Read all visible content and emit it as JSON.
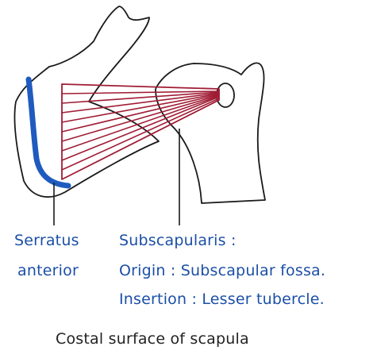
{
  "labels": {
    "serratus_line1": "Serratus",
    "serratus_line2": "anterior",
    "subscapularis_title": "Subscapularis :",
    "origin": "Origin : Subscapular fossa.",
    "insertion": "Insertion : Lesser tubercle.",
    "caption": "Costal surface of scapula"
  },
  "colors": {
    "outline": "#1a1a1a",
    "muscle": "#a01c34",
    "serratus": "#1f5bbf",
    "label_text": "#1b4fa6",
    "caption_text": "#222222"
  }
}
